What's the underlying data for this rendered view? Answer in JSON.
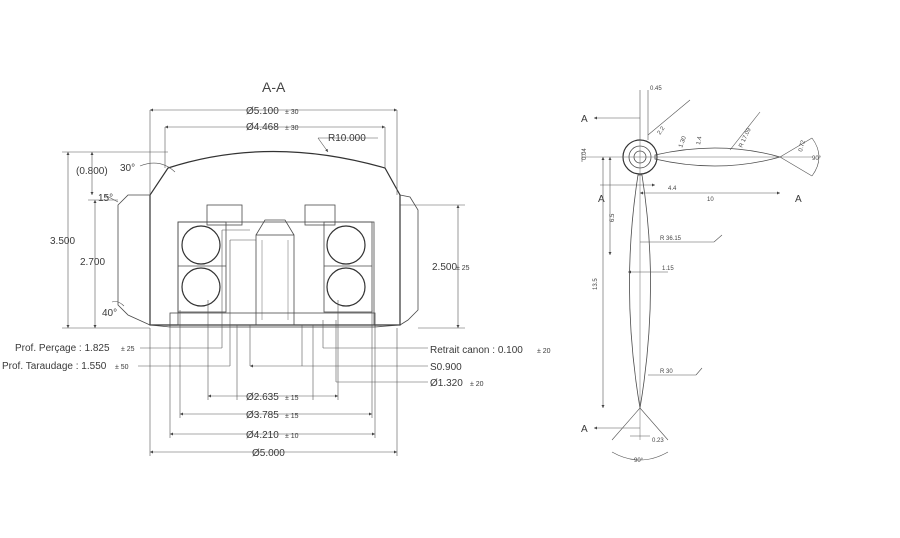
{
  "section": {
    "title": "A-A",
    "dims": {
      "d5100": "Ø5.100",
      "d5100_tol": "± 30",
      "d4468": "Ø4.468",
      "d4468_tol": "± 30",
      "r10000": "R10.000",
      "ang30": "30°",
      "h0800": "(0.800)",
      "ang15": "15°",
      "h3500": "3.500",
      "h2700": "2.700",
      "ang40": "40°",
      "h2500": "2.500",
      "h2500_tol": "± 25",
      "prof_percage": "Prof. Perçage : 1.825",
      "prof_percage_tol": "± 25",
      "prof_taraudage": "Prof. Taraudage : 1.550",
      "prof_taraudage_tol": "± 50",
      "retrait": "Retrait canon : 0.100",
      "retrait_tol": "± 20",
      "s0900": "S0.900",
      "d1320": "Ø1.320",
      "d1320_tol": "± 20",
      "d2635": "Ø2.635",
      "d2635_tol": "± 15",
      "d3785": "Ø3.785",
      "d3785_tol": "± 15",
      "d4210": "Ø4.210",
      "d4210_tol": "± 10",
      "d5000": "Ø5.000"
    }
  },
  "hand": {
    "labels": {
      "a_top": "A",
      "a_left": "A",
      "a_right": "A",
      "a_bottom": "A",
      "v045": "0.45",
      "v22": "2.2",
      "v130": "1.30",
      "v14": "1.4",
      "vR1709": "R 17.09",
      "v072": "0.72",
      "v90r": "90°",
      "v004": "0.04",
      "v44": "4.4",
      "v10": "10",
      "v65": "6.5",
      "vR3615": "R 36.15",
      "v115": "1.15",
      "v135": "13.5",
      "vR30": "R 30",
      "v023": "0.23",
      "v90b": "90°"
    }
  }
}
